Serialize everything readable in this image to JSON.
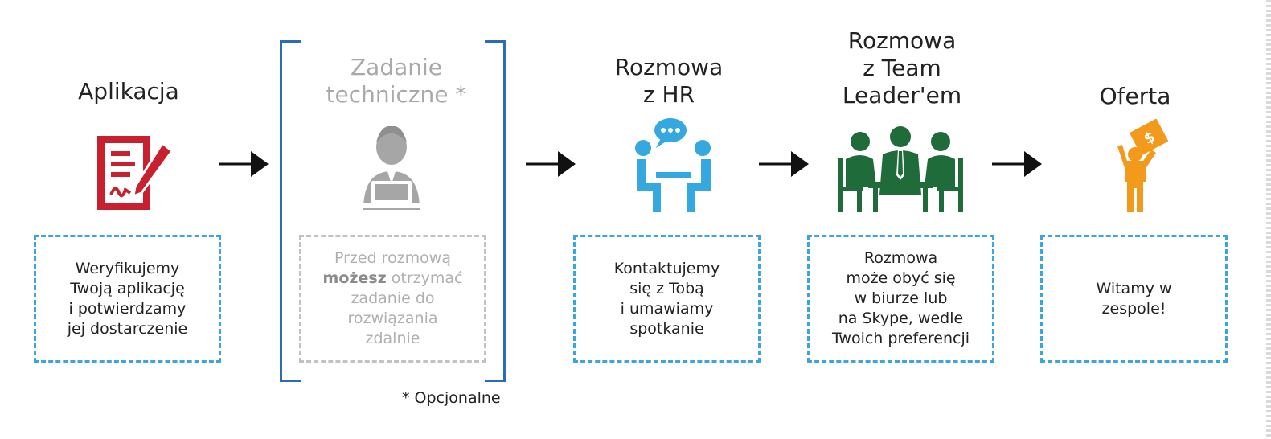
{
  "steps": [
    {
      "title": "Aplikacja",
      "icon": "application-form-icon",
      "text": "Weryfikujemy\nTwoją aplikację\ni potwierdzamy\njej dostarczenie"
    },
    {
      "title": "Zadanie\ntechniczne *",
      "icon": "developer-laptop-icon",
      "text_before": "Przed rozmową",
      "text_bold": "możesz",
      "text_after": "otrzymać\nzadanie do\nrozwiązania\nzdalnie"
    },
    {
      "title": "Rozmowa\nz HR",
      "icon": "hr-conversation-icon",
      "text": "Kontaktujemy\nsię z Tobą\ni umawiamy\nspotkanie"
    },
    {
      "title": "Rozmowa\nz Team\nLeader'em",
      "icon": "team-meeting-icon",
      "text": "Rozmowa\nmoże obyć się\nw biurze lub\nna Skype, wedle\nTwoich preferencji"
    },
    {
      "title": "Oferta",
      "icon": "offer-celebration-icon",
      "text": "Witamy w\nzespole!"
    }
  ],
  "footnote": "* Opcjonalne",
  "colors": {
    "dashed_border": "#3ba6dd",
    "bracket": "#2a6db5",
    "application_icon": "#c8202f",
    "muted_icon": "#a6a6a6",
    "hr_icon": "#35a8e0",
    "team_icon": "#1f6b3a",
    "offer_icon": "#f39a1c"
  }
}
